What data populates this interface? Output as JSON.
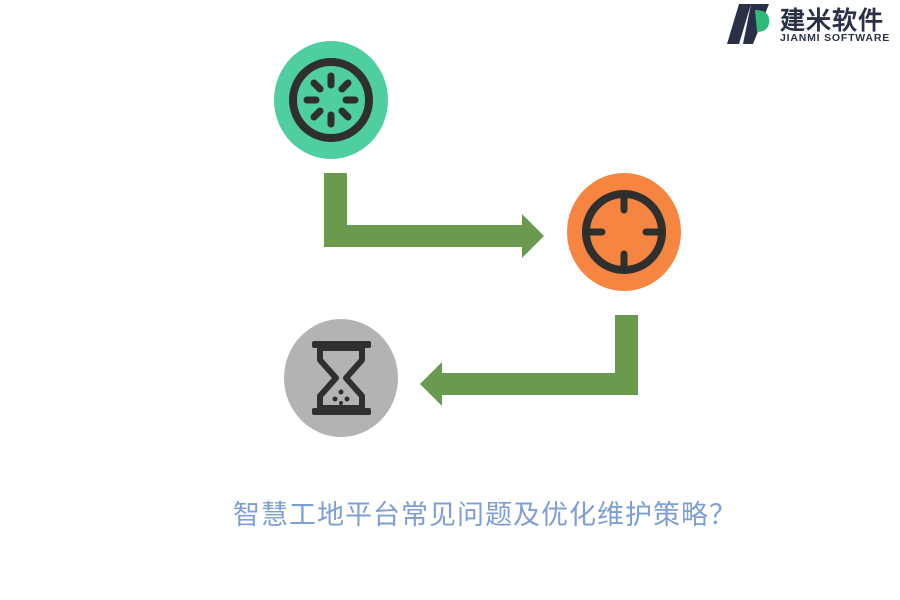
{
  "brand": {
    "name_cn": "建米软件",
    "name_en": "JIANMI SOFTWARE",
    "colors": {
      "dark": "#2a3048",
      "green": "#2dbb7a"
    }
  },
  "diagram": {
    "nodes": [
      {
        "id": "start",
        "icon": "loading-spinner-icon",
        "fill": "#4fcf9f"
      },
      {
        "id": "target",
        "icon": "crosshair-icon",
        "fill": "#f58540"
      },
      {
        "id": "wait",
        "icon": "hourglass-icon",
        "fill": "#b3b3b3"
      }
    ],
    "arrow_color": "#6a9a4d",
    "icon_color": "#2f2f2f"
  },
  "caption": "智慧工地平台常见问题及优化维护策略？"
}
